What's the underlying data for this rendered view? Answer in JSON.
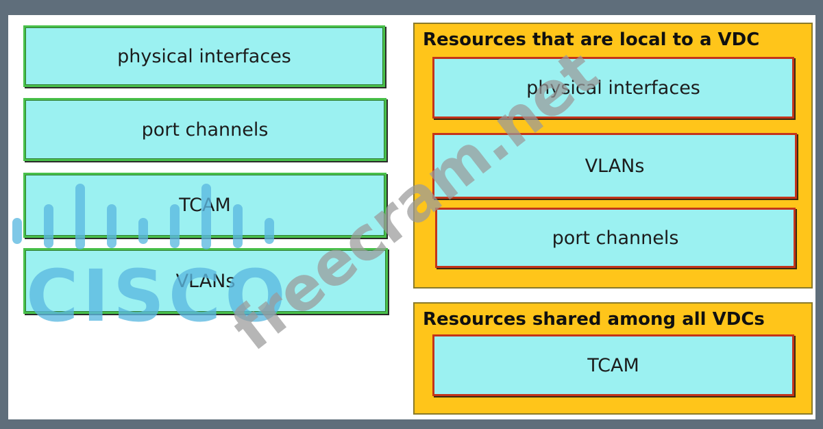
{
  "source_items": [
    {
      "label": "physical interfaces"
    },
    {
      "label": "port channels"
    },
    {
      "label": "TCAM"
    },
    {
      "label": "VLANs"
    }
  ],
  "local_panel": {
    "title": "Resources that are local to a VDC",
    "items": [
      {
        "label": "physical interfaces"
      },
      {
        "label": "VLANs"
      },
      {
        "label": "port channels"
      }
    ]
  },
  "shared_panel": {
    "title": "Resources shared among all VDCs",
    "items": [
      {
        "label": "TCAM"
      }
    ]
  },
  "watermarks": {
    "logo_text": "CISCO",
    "site_text": "freecram.net"
  },
  "colors": {
    "background": "#5f6e7b",
    "item_fill": "#9bf1f1",
    "source_border": "#48c04a",
    "panel_fill": "#ffc51a",
    "target_border": "#c4341a",
    "logo_watermark": "#5bb8e0",
    "site_watermark": "#9a9a9a"
  }
}
